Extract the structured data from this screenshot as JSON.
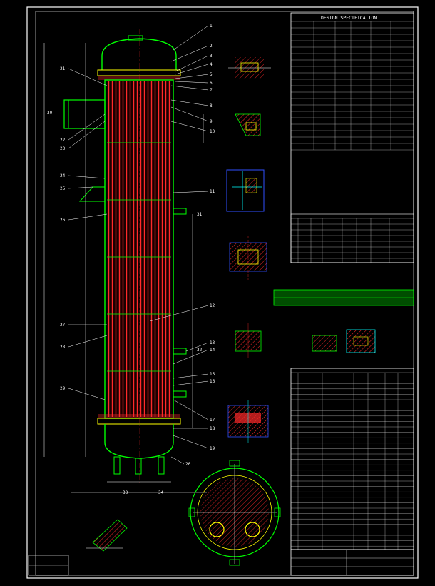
{
  "spec": {
    "title": "DESIGN SPECIFICATION"
  },
  "balloons": [
    "1",
    "2",
    "3",
    "4",
    "5",
    "6",
    "7",
    "8",
    "9",
    "10",
    "11",
    "12",
    "13",
    "14",
    "15",
    "16",
    "17",
    "18",
    "19",
    "20",
    "21",
    "22",
    "23",
    "24",
    "25",
    "26",
    "27",
    "28",
    "29",
    "30",
    "31",
    "32",
    "33",
    "34"
  ],
  "colors": {
    "background": "#000000",
    "frame": "#ffffff",
    "vessel": "#00ff00",
    "tubes": "#ff2a2a",
    "accent": "#ffff00",
    "highlight": "#00ffff",
    "hatch": "#3050ff",
    "magenta": "#ff00ff"
  }
}
